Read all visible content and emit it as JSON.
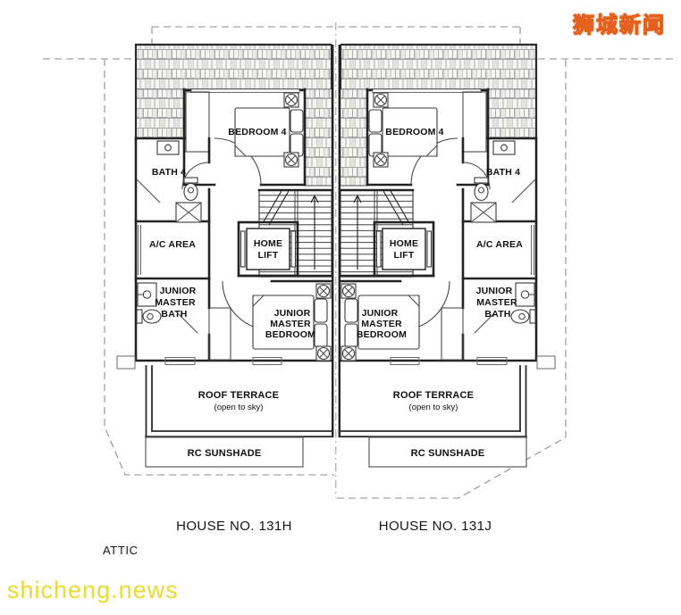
{
  "watermarks": {
    "top_right": "狮城新闻",
    "bottom_left": "shicheng.news"
  },
  "titles": {
    "floor_label": "ATTIC",
    "house_left": "HOUSE NO. 131H",
    "house_right": "HOUSE NO. 131J"
  },
  "rooms": {
    "bedroom4": "BEDROOM 4",
    "bath4": "BATH 4",
    "ac_area": "A/C AREA",
    "home_lift": {
      "line1": "HOME",
      "line2": "LIFT"
    },
    "junior_master_bath": {
      "line1": "JUNIOR",
      "line2": "MASTER",
      "line3": "BATH"
    },
    "junior_master_bedroom": {
      "line1": "JUNIOR",
      "line2": "MASTER",
      "line3": "BEDROOM"
    },
    "roof_terrace": "ROOF TERRACE",
    "roof_terrace_sub": "(open to sky)",
    "rc_sunshade": "RC SUNSHADE"
  },
  "colors": {
    "wall": "#232323",
    "boundary_dash": "#8d8d8d",
    "roof_tile_stroke": "#a6a6a6",
    "watermark_yellow": "#f7e33c",
    "watermark_orange": "#e4611d"
  }
}
